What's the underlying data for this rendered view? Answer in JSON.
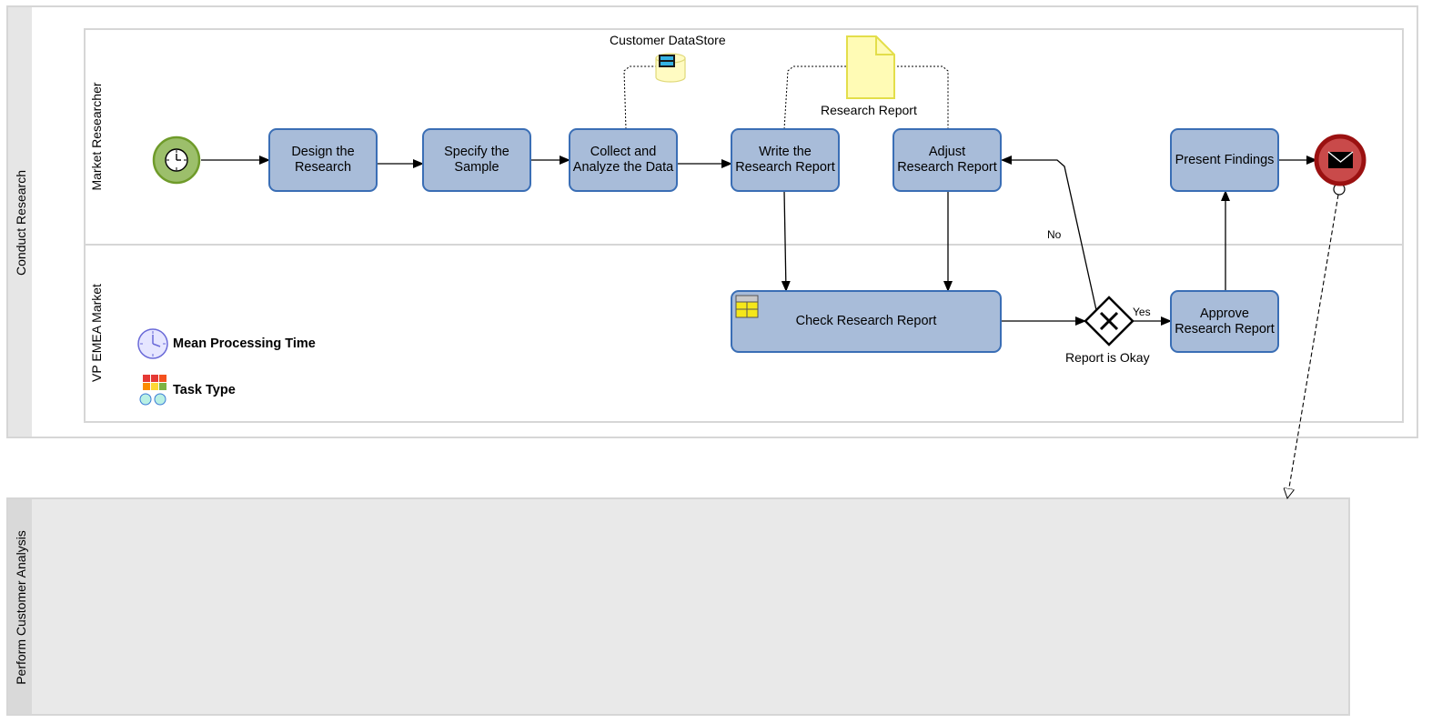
{
  "pools": {
    "conduct": {
      "label": "Conduct Research"
    },
    "perform": {
      "label": "Perform Customer Analysis"
    }
  },
  "lanes": {
    "researcher": "Market Researcher",
    "vp": "VP EMEA Market"
  },
  "tasks": {
    "design": "Design the\nResearch",
    "specify": "Specify the\nSample",
    "collect": "Collect and\nAnalyze the Data",
    "write": "Write the\nResearch Report",
    "adjust": "Adjust\nResearch Report",
    "present": "Present Findings",
    "check": "Check Research Report",
    "approve": "Approve\nResearch Report"
  },
  "artifacts": {
    "datastore": "Customer DataStore",
    "document": "Research Report"
  },
  "gateway": {
    "label": "Report is Okay",
    "yes": "Yes",
    "no": "No"
  },
  "legend": {
    "mean_time": "Mean Processing  Time",
    "task_type": "Task Type"
  },
  "colors": {
    "task_fill": "#a8bcd9",
    "task_border": "#3a6eb5",
    "start_event": "#9cbf6b",
    "end_event": "#b22222",
    "document": "#fffbb5"
  },
  "icons": {
    "start": "timer-icon",
    "end": "envelope-icon",
    "gateway": "exclusive-gateway-icon",
    "datastore": "database-icon",
    "document": "document-icon",
    "task_marker": "table-icon"
  }
}
